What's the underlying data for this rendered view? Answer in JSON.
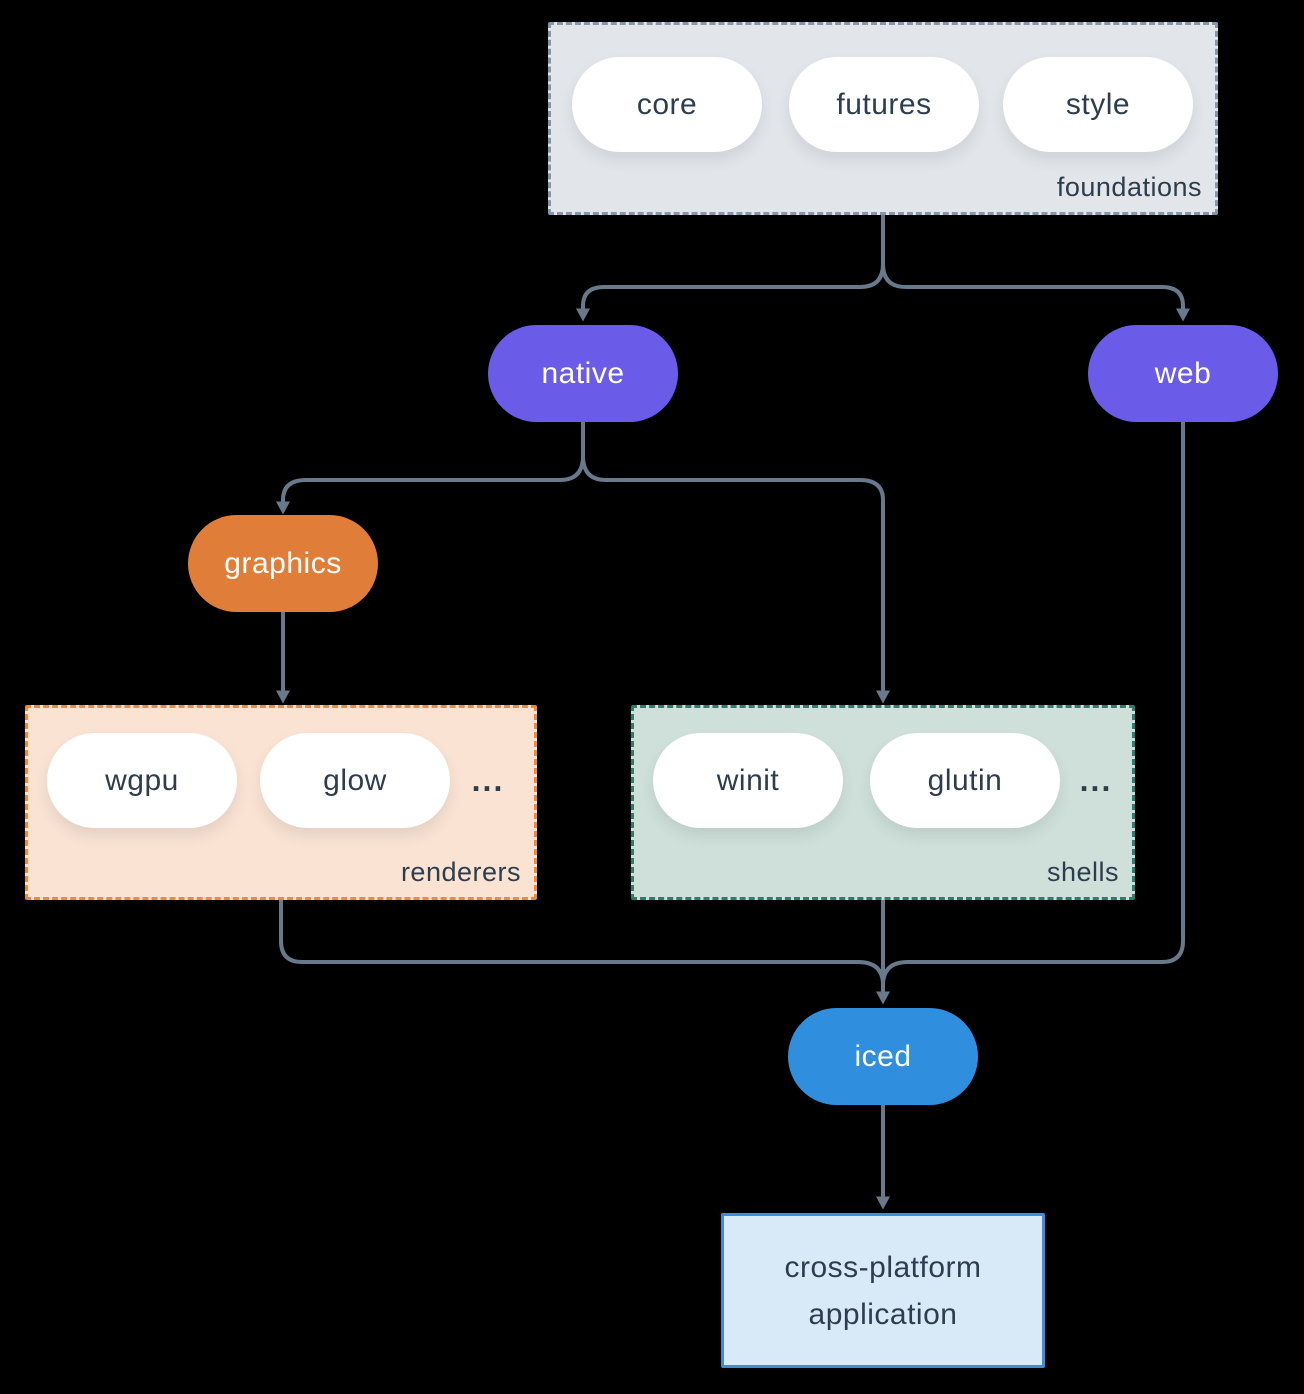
{
  "colors": {
    "background": "#000000",
    "connector": "#68798c",
    "text_dark": "#2e3d4d",
    "purple": "#6a5ce8",
    "orange": "#e07e39",
    "blue": "#2f8ede",
    "pill_white": "#ffffff",
    "node_text_light": "#ffffff",
    "foundations_fill": "#e2e6ea",
    "foundations_border": "#8496a8",
    "renderers_fill": "#fae3d3",
    "renderers_border": "#ef8a3a",
    "shells_fill": "#cfe0da",
    "shells_border": "#2a7f6d",
    "app_fill": "#d8e9f8",
    "app_border": "#3a8fd9"
  },
  "foundations": {
    "label": "foundations",
    "items": [
      "core",
      "futures",
      "style"
    ]
  },
  "nodes": {
    "native": "native",
    "web": "web",
    "graphics": "graphics",
    "iced": "iced"
  },
  "renderers": {
    "label": "renderers",
    "items": [
      "wgpu",
      "glow"
    ],
    "more": "..."
  },
  "shells": {
    "label": "shells",
    "items": [
      "winit",
      "glutin"
    ],
    "more": "..."
  },
  "app": {
    "line1": "cross-platform",
    "line2": "application"
  }
}
